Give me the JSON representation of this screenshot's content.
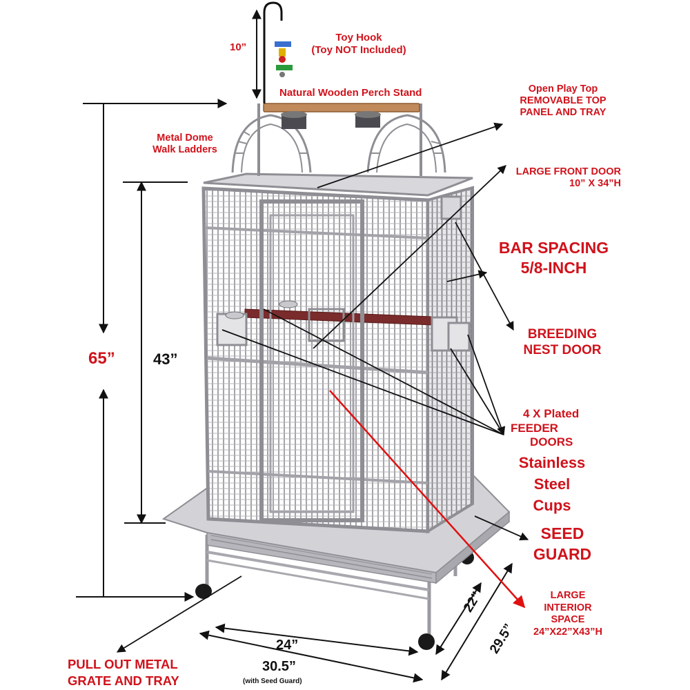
{
  "colors": {
    "label_red": "#d0121b",
    "dimension_black": "#111111",
    "cage_metal": "#b8b8bc",
    "perch_wood": "#c08a5a",
    "background": "#ffffff"
  },
  "labels": {
    "toy_hook_1": "Toy Hook",
    "toy_hook_2": "(Toy NOT Included)",
    "perch_stand": "Natural Wooden Perch Stand",
    "open_top_1": "Open Play Top",
    "open_top_2": "REMOVABLE TOP",
    "open_top_3": "PANEL AND TRAY",
    "ladders_1": "Metal Dome",
    "ladders_2": "Walk Ladders",
    "front_door_1": "LARGE FRONT DOOR",
    "front_door_2": "10” X 34”H",
    "bar_spacing_1": "BAR SPACING",
    "bar_spacing_2": "5/8-INCH",
    "nest_door_1": "BREEDING",
    "nest_door_2": "NEST DOOR",
    "feeder_1": "4 X Plated",
    "feeder_2": "FEEDER",
    "feeder_3": "DOORS",
    "cups_1": "Stainless",
    "cups_2": "Steel",
    "cups_3": "Cups",
    "seed_guard_1": "SEED",
    "seed_guard_2": "GUARD",
    "interior_1": "LARGE",
    "interior_2": "INTERIOR",
    "interior_3": "SPACE",
    "interior_4": "24”X22”X43”H",
    "grate_1": "PULL OUT METAL",
    "grate_2": "GRATE AND TRAY"
  },
  "dimensions": {
    "hook_height": "10”",
    "total_height": "65”",
    "cage_height": "43”",
    "width": "24”",
    "width_with_guard": "30.5”",
    "width_with_guard_note": "(with Seed Guard)",
    "depth": "22”",
    "depth_with_guard": "29.5”"
  }
}
